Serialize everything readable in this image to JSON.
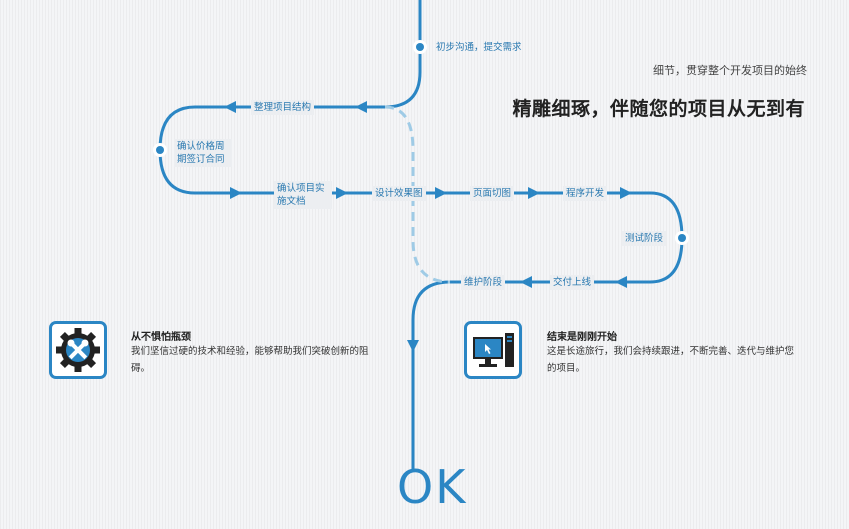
{
  "colors": {
    "accent": "#2b86c4",
    "dashed": "#9fcbe6",
    "text_blue": "#2a79b0",
    "background": "#f4f5f7"
  },
  "header": {
    "subtitle": "细节，贯穿整个开发项目的始终",
    "title": "精雕细琢，伴随您的项目从无到有"
  },
  "flow": {
    "steps": [
      "初步沟通，提交需求",
      "整理项目结构",
      "确认价格周期签订合同",
      "确认项目实施文档",
      "设计效果图",
      "页面切图",
      "程序开发",
      "测试阶段",
      "交付上线",
      "维护阶段"
    ],
    "end_text": "OK"
  },
  "cards": [
    {
      "title": "从不惧怕瓶颈",
      "desc": "我们坚信过硬的技术和经验，能够帮助我们突破创新的阻碍。",
      "icon": "gear-tools-icon"
    },
    {
      "title": "结束是刚刚开始",
      "desc": "这是长途旅行，我们会持续跟进，不断完善、迭代与维护您的项目。",
      "icon": "computer-icon"
    }
  ]
}
